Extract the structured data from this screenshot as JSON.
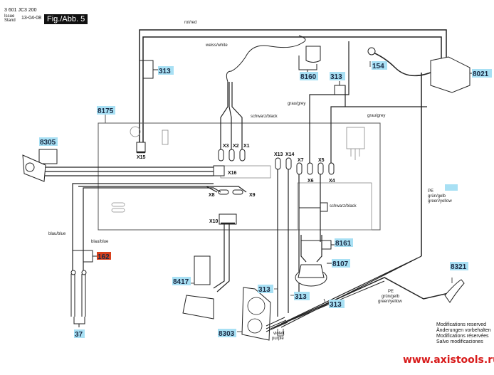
{
  "header": {
    "doc_number": "3 601 JC3 200",
    "issue_label_1": "Issue",
    "issue_label_2": "Stand",
    "issue_date": "13-04-08",
    "figure": "Fig./Abb. 5"
  },
  "wire_labels": {
    "red": "rot/red",
    "white": "weiss/white",
    "black_top": "schwarz/black",
    "grey_left": "grau/grey",
    "grey_right": "grau/grey",
    "black_mid": "schwarz/black",
    "blue_1": "blau/blue",
    "blue_2": "blau/blue",
    "pe_right_1": "PE",
    "pe_right_2": "grün/gelb",
    "pe_right_3": "green/yellow",
    "pe_bottom_1": "PE",
    "pe_bottom_2": "grün/gelb",
    "pe_bottom_3": "green/yellow",
    "violet_1": "violett",
    "violet_2": "purple"
  },
  "connectors": {
    "x1": "X1",
    "x2": "X2",
    "x3": "X3",
    "x4": "X4",
    "x5": "X5",
    "x6": "X6",
    "x7": "X7",
    "x8": "X8",
    "x9": "X9",
    "x10": "X10",
    "x13": "X13",
    "x14": "X14",
    "x15": "X15",
    "x16": "X16"
  },
  "part_numbers": {
    "p313_a": "313",
    "p313_b": "313",
    "p313_c": "313",
    "p313_d": "313",
    "p313_e": "313",
    "p8160": "8160",
    "p154": "154",
    "p8021": "8021",
    "p8175": "8175",
    "p8305": "8305",
    "p162": "162",
    "p8161": "8161",
    "p8107": "8107",
    "p8321": "8321",
    "p8417": "8417",
    "p8303": "8303",
    "p37": "37"
  },
  "colors": {
    "part_highlight": "#a8e0f4",
    "part_highlight_red": "#d8401c",
    "url_color": "#d81b1b",
    "blank_marker": "#a8e0f4"
  },
  "footer": {
    "mod_1": "Modifications reserved",
    "mod_2": "Änderungen vorbehalten",
    "mod_3": "Modifications réservées",
    "mod_4": "Salvo modificaciones",
    "url": "www.axistools.ru"
  }
}
